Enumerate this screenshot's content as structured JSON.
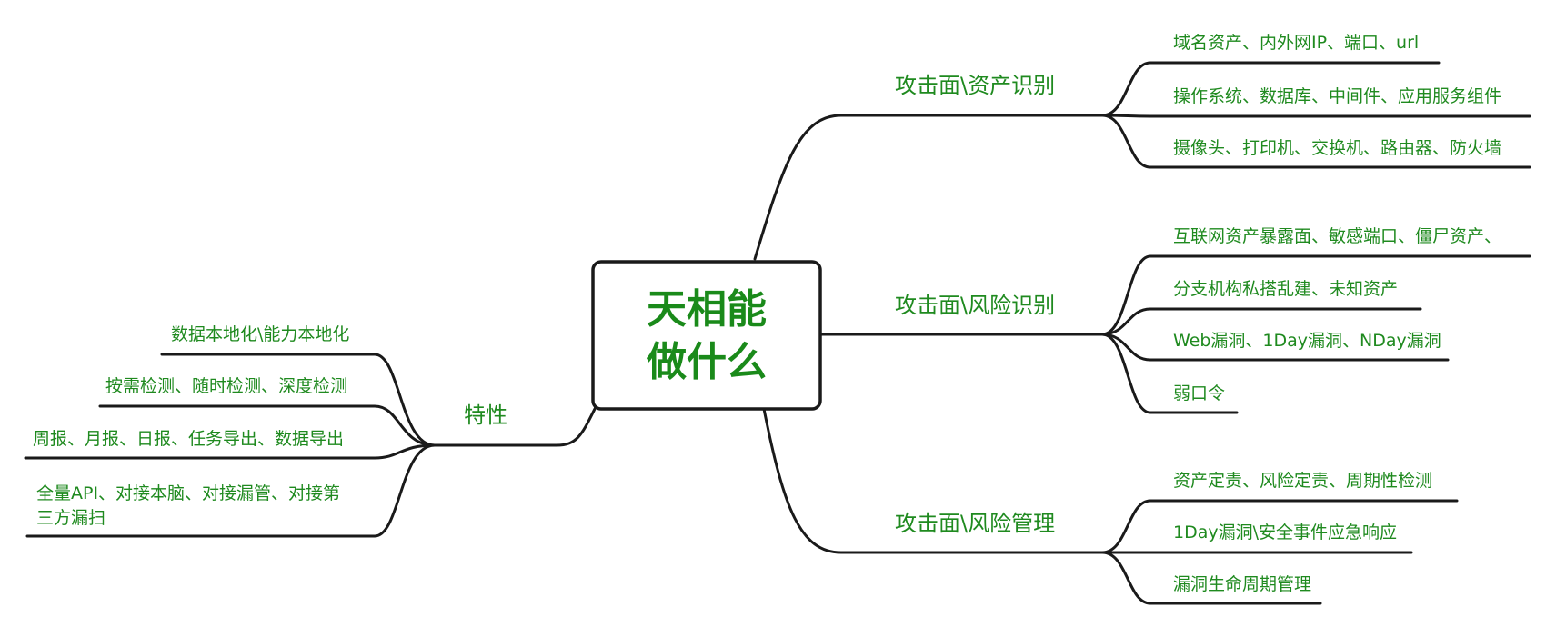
{
  "center": {
    "line1": "天相能",
    "line2": "做什么"
  },
  "branches": {
    "asset_identification": {
      "label": "攻击面\\资产识别",
      "items": [
        "域名资产、内外网IP、端口、url",
        "操作系统、数据库、中间件、应用服务组件",
        "摄像头、打印机、交换机、路由器、防火墙"
      ]
    },
    "risk_identification": {
      "label": "攻击面\\风险识别",
      "items": [
        "互联网资产暴露面、敏感端口、僵尸资产、",
        "分支机构私搭乱建、未知资产",
        "Web漏洞、1Day漏洞、NDay漏洞",
        "弱口令"
      ]
    },
    "risk_management": {
      "label": "攻击面\\风险管理",
      "items": [
        "资产定责、风险定责、周期性检测",
        "1Day漏洞\\安全事件应急响应",
        "漏洞生命周期管理"
      ]
    },
    "features": {
      "label": "特性",
      "items": [
        "数据本地化\\能力本地化",
        "按需检测、随时检测、深度检测",
        "周报、月报、日报、任务导出、数据导出",
        "全量API、对接本脑、对接漏管、对接第",
        "三方漏扫"
      ]
    }
  },
  "colors": {
    "text": "#1f8a1f",
    "center_text": "#1a8a1a",
    "lines": "#1a1a1a"
  }
}
